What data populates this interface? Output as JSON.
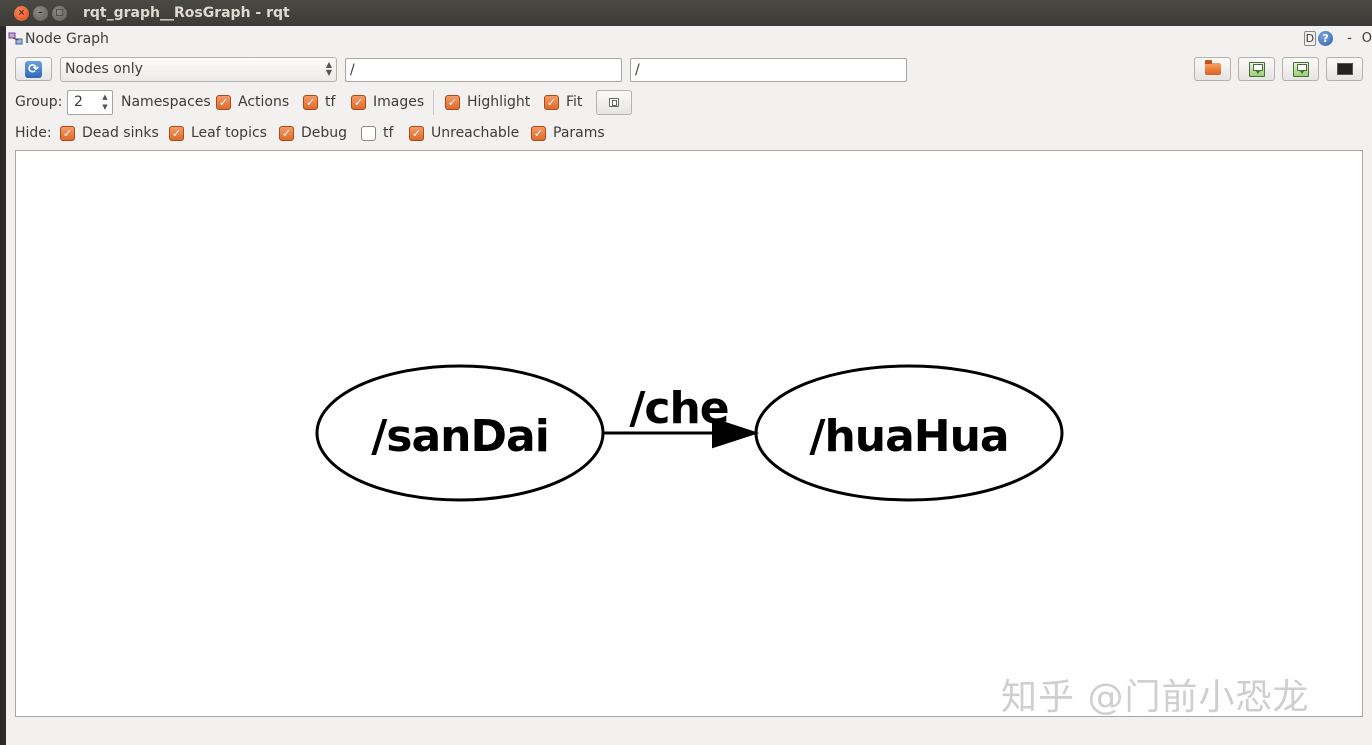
{
  "window": {
    "title": "rqt_graph__RosGraph - rqt"
  },
  "dock": {
    "title": "Node Graph",
    "d_label": "D",
    "help_label": "?",
    "dash_label": "-",
    "o_label": "O"
  },
  "toolbar": {
    "graph_type": "Nodes only",
    "filter_in": "/",
    "filter_out": "/"
  },
  "options": {
    "group_label": "Group:",
    "group_value": "2",
    "namespaces_label": "Namespaces",
    "actions_label": "Actions",
    "actions_checked": true,
    "tf_label": "tf",
    "tf_checked": true,
    "images_label": "Images",
    "images_checked": true,
    "highlight_label": "Highlight",
    "highlight_checked": true,
    "fit_label": "Fit",
    "fit_checked": true
  },
  "hide": {
    "label": "Hide:",
    "dead_sinks_label": "Dead sinks",
    "dead_sinks_checked": true,
    "leaf_topics_label": "Leaf topics",
    "leaf_topics_checked": true,
    "debug_label": "Debug",
    "debug_checked": true,
    "tf_label": "tf",
    "tf_checked": false,
    "unreachable_label": "Unreachable",
    "unreachable_checked": true,
    "params_label": "Params",
    "params_checked": true
  },
  "graph": {
    "source_node": "/sanDai",
    "target_node": "/huaHua",
    "edge_topic": "/che"
  },
  "watermark": "知乎 @门前小恐龙",
  "colors": {
    "checkbox_accent": "#df6a2c",
    "titlebar": "#3c3b37",
    "canvas_bg": "#ffffff"
  }
}
